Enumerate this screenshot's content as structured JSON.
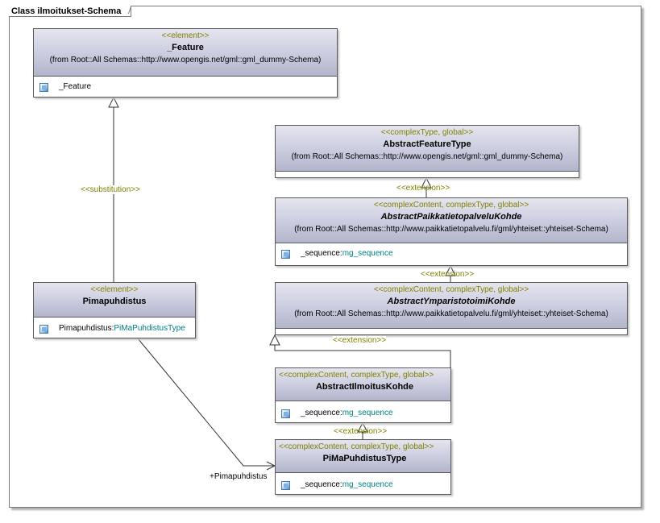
{
  "frame": {
    "title": "Class ilmoitukset-Schema"
  },
  "classes": {
    "feature": {
      "stereotype": "<<element>>",
      "name": "_Feature",
      "from": "(from Root::All Schemas::http://www.opengis.net/gml::gml_dummy-Schema)",
      "attr": "_Feature"
    },
    "pimapuhdistus": {
      "stereotype": "<<element>>",
      "name": "Pimapuhdistus",
      "attr_name": "Pimapuhdistus:",
      "attr_type": "PiMaPuhdistusType"
    },
    "abstract_feature_type": {
      "stereotype": "<<complexType, global>>",
      "name": "AbstractFeatureType",
      "from": "(from Root::All Schemas::http://www.opengis.net/gml::gml_dummy-Schema)"
    },
    "abstract_paikkatieto": {
      "stereotype": "<<complexContent, complexType, global>>",
      "name": "AbstractPaikkatietopalveluKohde",
      "from": "(from Root::All Schemas::http://www.paikkatietopalvelu.fi/gml/yhteiset::yhteiset-Schema)",
      "attr_name": "_sequence:",
      "attr_type": "mg_sequence"
    },
    "abstract_ymparisto": {
      "stereotype": "<<complexContent, complexType, global>>",
      "name": "AbstractYmparistotoimiKohde",
      "from": "(from Root::All Schemas::http://www.paikkatietopalvelu.fi/gml/yhteiset::yhteiset-Schema)"
    },
    "abstract_ilmoitus": {
      "stereotype": "<<complexContent, complexType, global>>",
      "name": "AbstractIlmoitusKohde",
      "attr_name": "_sequence:",
      "attr_type": "mg_sequence"
    },
    "pimapuhdistus_type": {
      "stereotype": "<<complexContent, complexType, global>>",
      "name": "PiMaPuhdistusType",
      "attr_name": "_sequence:",
      "attr_type": "mg_sequence"
    }
  },
  "connectors": {
    "substitution": "<<substitution>>",
    "extension_1": "<<extension>>",
    "extension_2": "<<extension>>",
    "extension_3": "<<extension>>",
    "extension_4": "<<extension>>",
    "association_role": "+Pimapuhdistus"
  },
  "colors": {
    "stereotype": "#808000",
    "type_text": "#008080",
    "header_top": "#e5e5ef",
    "header_bottom": "#b3b5cc",
    "border": "#5a5a5a"
  },
  "icons": {
    "attribute": "attribute-icon",
    "generalization_arrow": "hollow-triangle-arrow",
    "association_arrow": "open-arrow"
  }
}
